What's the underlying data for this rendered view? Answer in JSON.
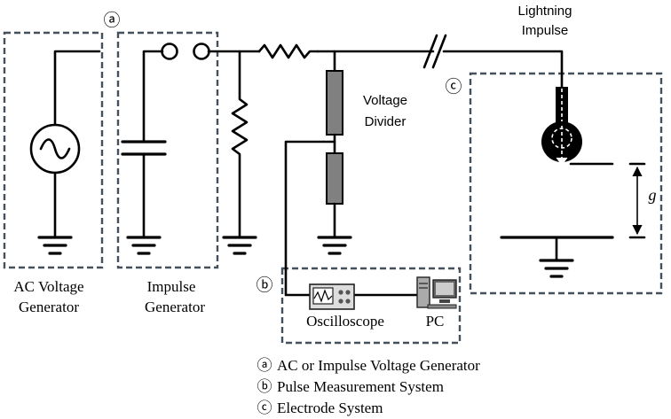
{
  "markers": {
    "a": "ⓐ",
    "b": "ⓑ",
    "c": "ⓒ"
  },
  "labels": {
    "ac_generator": [
      "AC Voltage",
      "Generator"
    ],
    "impulse_generator": [
      "Impulse",
      "Generator"
    ],
    "voltage_divider": [
      "Voltage",
      "Divider"
    ],
    "lightning_impulse": [
      "Lightning",
      "Impulse"
    ],
    "oscilloscope": "Oscilloscope",
    "pc": "PC",
    "gap": "g"
  },
  "legend": [
    {
      "marker": "ⓐ",
      "text": "AC or Impulse Voltage Generator"
    },
    {
      "marker": "ⓑ",
      "text": "Pulse Measurement System"
    },
    {
      "marker": "ⓒ",
      "text": "Electrode System"
    }
  ]
}
